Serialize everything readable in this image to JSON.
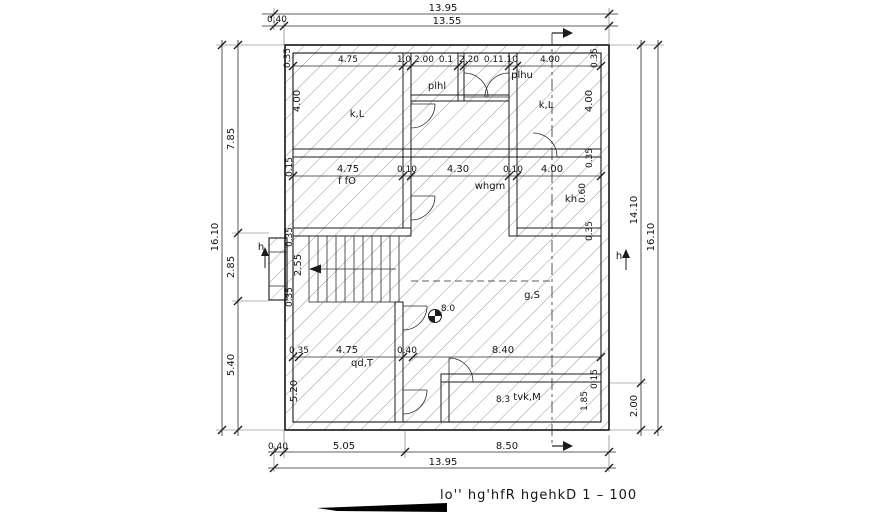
{
  "caption": "lo''  hg'hfR  hgehkD  1  –  100",
  "outer_dims": {
    "top_total": "13.95",
    "top_offset": "0,40",
    "top_inner": "13.55",
    "left_upper": "7.85",
    "left_middle": "2.85",
    "left_lower": "5.40",
    "left_total": "16.10",
    "right_main": "14.10",
    "right_lower": "2.00",
    "right_total": "16.10",
    "bottom_offset": "0,40",
    "bottom_left": "5.05",
    "bottom_right": "8.50",
    "bottom_total": "13.95"
  },
  "inner_dims": {
    "row_top": [
      "4.75",
      "1.0",
      "2.00",
      "0.1",
      "2.20",
      "0.1",
      "1.10",
      "4.00"
    ],
    "row_mid": [
      "4.75",
      "0.10",
      "4.30",
      "0.10",
      "4.00"
    ],
    "row_bottom": [
      "0.35",
      "4.75",
      "0.40",
      "8.40"
    ],
    "left_col": [
      "0.35",
      "4.00",
      "0.15",
      "0.35",
      "2.55",
      "0.35",
      "5.20"
    ],
    "right_col": [
      "0.35",
      "4.00",
      "0.35",
      "0.60",
      "0.35",
      "0.15",
      "1.85"
    ],
    "bottom_room_width": "8.3"
  },
  "rooms": {
    "living_left": "k,L",
    "living_right": "k,L",
    "bath_lower": "plhl",
    "bath_upper": "plhu",
    "hall": "f fO",
    "dining": "whgm",
    "kitchen": "kh",
    "salon": "g,S",
    "bedroom_left": "qd,T",
    "bedroom_bottom": "tvk,M",
    "level_mark": "8.0"
  },
  "sections": {
    "left_mark": "h",
    "right_mark": "h"
  }
}
